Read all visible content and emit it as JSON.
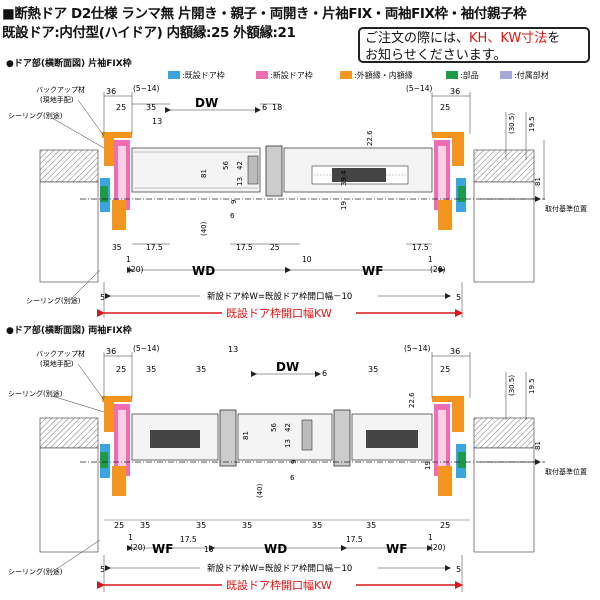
{
  "header": {
    "line1": "■断熱ドア D2仕様 ランマ無 片開き・親子・両開き・片袖FIX・両袖FIX枠・袖付親子枠",
    "line2": "既設ドア:内付型(ハイドア) 内額縁:25 外額縁:21"
  },
  "notice": {
    "pre": "ご注文の際には、",
    "highlight": "KH、KW寸法",
    "post": "を",
    "line2": "お知らせくださいます。"
  },
  "legend": [
    {
      "label": ":既設ドア枠",
      "color": "#3aa6e0"
    },
    {
      "label": ":新設ドア枠",
      "color": "#f06db4"
    },
    {
      "label": ":外額縁・内額縁",
      "color": "#f3951f"
    },
    {
      "label": ":部品",
      "color": "#1e9a48"
    },
    {
      "label": ":付属部材",
      "color": "#a6a9d8"
    }
  ],
  "sections": [
    {
      "title": "●ドア部(横断面図) 片袖FIX枠",
      "callouts": {
        "backup": "バックアップ材",
        "backup_sub": "(現地手配)",
        "sealing_top": "シーリング(別途)",
        "sealing_bottom": "シーリング(別途)",
        "reference": "取付基準位置"
      },
      "dims_top": {
        "left_36": "36",
        "left_range": "(5~14)",
        "left_25": "25",
        "left_35": "35",
        "dw": "DW",
        "six": "6",
        "eighteen": "18",
        "thirteen": "13",
        "right_range": "(5~14)",
        "right_36": "36",
        "right_25": "25"
      },
      "dims_side": {
        "d305": "(30.5)",
        "d195": "19.5",
        "d81": "81",
        "d226": "22.6",
        "d394": "39.4",
        "d19": "19",
        "d56": "56",
        "d42": "42",
        "d13": "13",
        "d9": "9",
        "d81b": "81",
        "d40": "(40)",
        "d6": "6"
      },
      "dims_bottom": {
        "d175a": "17.5",
        "d35a": "35",
        "d1": "1",
        "d20": "(20)",
        "d175b": "17.5",
        "d25b": "25",
        "d10": "10",
        "d175c": "17.5",
        "d1b": "1",
        "d20b": "(20)"
      },
      "wd": "WD",
      "wf": "WF",
      "five_left": "5",
      "five_right": "5",
      "w_formula": "新設ドア枠W=既設ドア枠開口幅－10",
      "kw_label": "既設ドア枠開口幅KW"
    },
    {
      "title": "●ドア部(横断面図) 両袖FIX枠",
      "callouts": {
        "backup": "バックアップ材",
        "backup_sub": "(現地手配)",
        "sealing_top": "シーリング(別途)",
        "sealing_bottom": "シーリング(別途)",
        "reference": "取付基準位置"
      },
      "dims_top": {
        "left_36": "36",
        "left_range": "(5~14)",
        "left_25": "25",
        "left_35": "35",
        "mid_35a": "35",
        "mid_13": "13",
        "dw": "DW",
        "six": "6",
        "mid_35b": "35",
        "right_range": "(5~14)",
        "right_36": "36",
        "right_25": "25"
      },
      "dims_side": {
        "d305": "(30.5)",
        "d195": "19.5",
        "d81": "81",
        "d226": "22.6",
        "d56": "56",
        "d42": "42",
        "d13": "13",
        "d81b": "81",
        "d40": "(40)",
        "d6": "6",
        "d9": "9",
        "d19": "19"
      },
      "dims_bottom": {
        "d25a": "25",
        "d35a": "35",
        "d35b": "35",
        "d35c": "35",
        "d35d": "35",
        "d35e": "35",
        "d25f": "25",
        "d1a": "1",
        "d20a": "(20)",
        "d175a": "17.5",
        "d10": "10",
        "d175b": "17.5",
        "d1b": "1",
        "d20b": "(20)"
      },
      "wf_left": "WF",
      "wd": "WD",
      "wf_right": "WF",
      "five_left": "5",
      "five_right": "5",
      "w_formula": "新設ドア枠W=既設ドア枠開口幅－10",
      "kw_label": "既設ドア枠開口幅KW"
    }
  ]
}
